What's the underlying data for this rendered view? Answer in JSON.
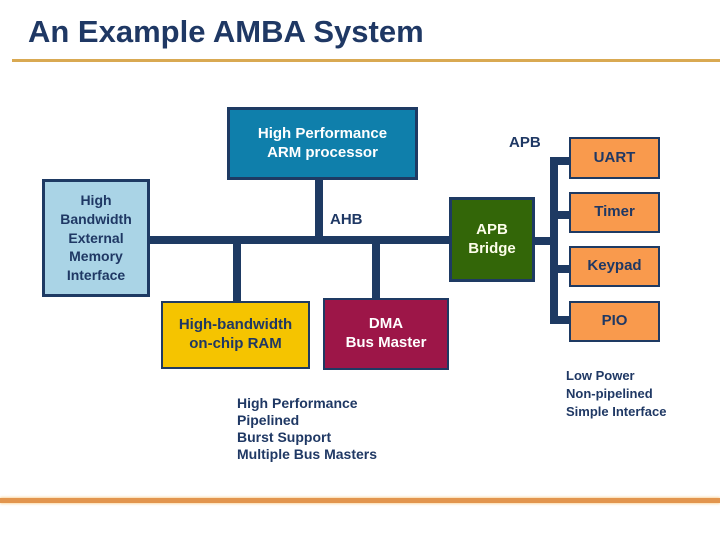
{
  "title": "An Example AMBA System",
  "diagram": {
    "nodes": {
      "arm": "High Performance\nARM processor",
      "memory": "High\nBandwidth\nExternal\nMemory\nInterface",
      "bridge": "APB\nBridge",
      "ram": "High-bandwidth\non-chip RAM",
      "dma": "DMA\nBus Master",
      "uart": "UART",
      "timer": "Timer",
      "keypad": "Keypad",
      "pio": "PIO"
    },
    "bus_labels": {
      "ahb": "AHB",
      "apb": "APB"
    },
    "notes": {
      "ahb": "High Performance\nPipelined\nBurst Support\nMultiple Bus Masters",
      "apb": "Low Power\nNon-pipelined\nSimple Interface"
    }
  },
  "colors": {
    "title_text": "#1F3864",
    "title_rule": "#D9A952",
    "bus_line": "#1E3A63",
    "arm_fill": "#0F7FAB",
    "memory_fill": "#AAD4E6",
    "bridge_fill": "#336608",
    "ram_fill": "#F5C400",
    "dma_fill": "#9D1648",
    "peripheral_fill": "#F99A4D",
    "bottom_rule": "#E2954E"
  }
}
